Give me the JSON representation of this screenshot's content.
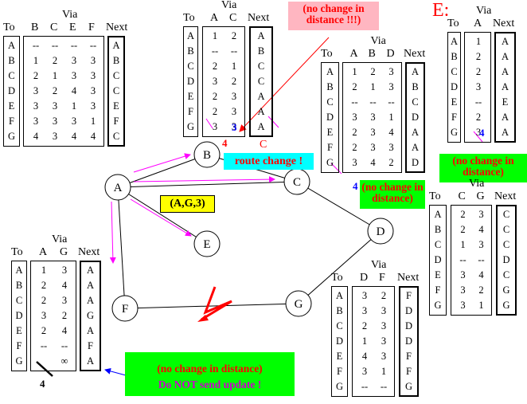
{
  "nodes": [
    "A",
    "B",
    "C",
    "D",
    "E",
    "F",
    "G"
  ],
  "message": "(A,G,3)",
  "route_change": "route change !",
  "e_title": "E:",
  "notes": {
    "no_change_excl": "(no change in\ndistance !!!)",
    "no_change_c": "(no change in\ndistance)",
    "no_change_e": "(no change in\ndistance)",
    "no_change_a": "(no change in  distance)",
    "no_update": "Do NOT send update !"
  },
  "tables": {
    "a": {
      "title": "Via",
      "cols": [
        "B",
        "C",
        "E",
        "F"
      ],
      "rows": [
        "—",
        "1",
        "2",
        "3",
        "3",
        "3",
        "3"
      ],
      "vals": [
        [
          "--",
          "--",
          "--",
          "--"
        ],
        [
          "1",
          "2",
          "3",
          "3"
        ],
        [
          "2",
          "1",
          "3",
          "3"
        ],
        [
          "3",
          "2",
          "4",
          "3"
        ],
        [
          "3",
          "3",
          "1",
          "3"
        ],
        [
          "3",
          "3",
          "3",
          "1"
        ],
        [
          "4",
          "3",
          "4",
          "4"
        ]
      ],
      "next": [
        "A",
        "B",
        "C",
        "C",
        "E",
        "F",
        "C"
      ]
    },
    "b": {
      "title": "Via",
      "cols": [
        "A",
        "C"
      ],
      "vals": [
        [
          "1",
          "2"
        ],
        [
          "--",
          "--"
        ],
        [
          "2",
          "1"
        ],
        [
          "3",
          "2"
        ],
        [
          "2",
          "3"
        ],
        [
          "2",
          "3"
        ],
        [
          "3",
          "3"
        ]
      ],
      "next": [
        "A",
        "B",
        "C",
        "C",
        "A",
        "A",
        "A"
      ],
      "changed": {
        "old": "4",
        "new": "C",
        "new_dist": "3"
      }
    },
    "c": {
      "title": "Via",
      "cols": [
        "A",
        "B",
        "D"
      ],
      "vals": [
        [
          "1",
          "2",
          "3"
        ],
        [
          "2",
          "1",
          "3"
        ],
        [
          "--",
          "--",
          "--"
        ],
        [
          "3",
          "3",
          "1"
        ],
        [
          "2",
          "3",
          "4"
        ],
        [
          "2",
          "3",
          "3"
        ],
        [
          "3",
          "4",
          "2"
        ]
      ],
      "next": [
        "A",
        "B",
        "C",
        "D",
        "A",
        "A",
        "D"
      ],
      "changed": {
        "old": "4"
      }
    },
    "e": {
      "title": "Via",
      "cols": [
        "A"
      ],
      "vals": [
        [
          "1"
        ],
        [
          "2"
        ],
        [
          "2"
        ],
        [
          "3"
        ],
        [
          "--"
        ],
        [
          "2"
        ],
        [
          "3"
        ]
      ],
      "next": [
        "A",
        "A",
        "A",
        "A",
        "E",
        "A",
        "A"
      ],
      "changed": {
        "old": "4"
      }
    },
    "d": {
      "title": "Via",
      "cols": [
        "C",
        "G"
      ],
      "vals": [
        [
          "2",
          "3"
        ],
        [
          "2",
          "4"
        ],
        [
          "1",
          "3"
        ],
        [
          "--",
          "--"
        ],
        [
          "3",
          "4"
        ],
        [
          "3",
          "2"
        ],
        [
          "3",
          "1"
        ]
      ],
      "next": [
        "C",
        "C",
        "C",
        "D",
        "C",
        "G",
        "G"
      ]
    },
    "f": {
      "title": "Via",
      "cols": [
        "A",
        "G"
      ],
      "vals": [
        [
          "1",
          "3"
        ],
        [
          "2",
          "4"
        ],
        [
          "2",
          "3"
        ],
        [
          "3",
          "2"
        ],
        [
          "2",
          "4"
        ],
        [
          "--",
          "--"
        ],
        [
          "",
          "∞"
        ]
      ],
      "next": [
        "A",
        "A",
        "A",
        "G",
        "A",
        "F",
        "A"
      ],
      "changed": {
        "old": "4"
      }
    },
    "g": {
      "title": "Via",
      "cols": [
        "D",
        "F"
      ],
      "vals": [
        [
          "3",
          "2"
        ],
        [
          "3",
          "3"
        ],
        [
          "2",
          "3"
        ],
        [
          "1",
          "3"
        ],
        [
          "4",
          "3"
        ],
        [
          "3",
          "1"
        ],
        [
          "--",
          "--"
        ]
      ],
      "next": [
        "F",
        "D",
        "D",
        "D",
        "F",
        "F",
        "G"
      ]
    }
  },
  "labels": {
    "to": "To",
    "next": "Next",
    "rows": [
      "A",
      "B",
      "C",
      "D",
      "E",
      "F",
      "G"
    ]
  }
}
